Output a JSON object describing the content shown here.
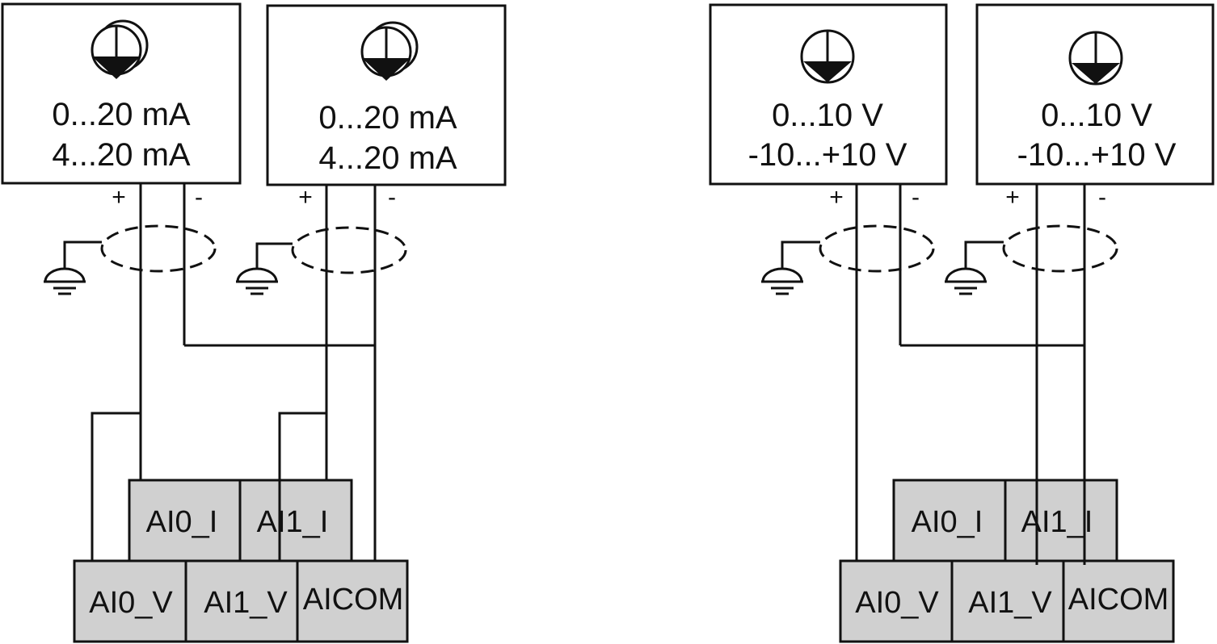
{
  "left": {
    "sensor1": {
      "range_line1": "0...20 mA",
      "range_line2": "4...20 mA",
      "plus": "+",
      "minus": "-"
    },
    "sensor2": {
      "range_line1": "0...20 mA",
      "range_line2": "4...20 mA",
      "plus": "+",
      "minus": "-"
    },
    "terminals": {
      "ai0_i": "AI0_I",
      "ai1_i": "AI1_I",
      "ai0_v": "AI0_V",
      "ai1_v": "AI1_V",
      "aicom": "AICOM"
    }
  },
  "right": {
    "sensor1": {
      "range_line1": "0...10 V",
      "range_line2": "-10...+10 V",
      "plus": "+",
      "minus": "-"
    },
    "sensor2": {
      "range_line1": "0...10 V",
      "range_line2": "-10...+10 V",
      "plus": "+",
      "minus": "-"
    },
    "terminals": {
      "ai0_i": "AI0_I",
      "ai1_i": "AI1_I",
      "ai0_v": "AI0_V",
      "ai1_v": "AI1_V",
      "aicom": "AICOM"
    }
  },
  "colors": {
    "terminal_fill": "#d0d0d0",
    "stroke": "#111111",
    "background": "#ffffff"
  }
}
